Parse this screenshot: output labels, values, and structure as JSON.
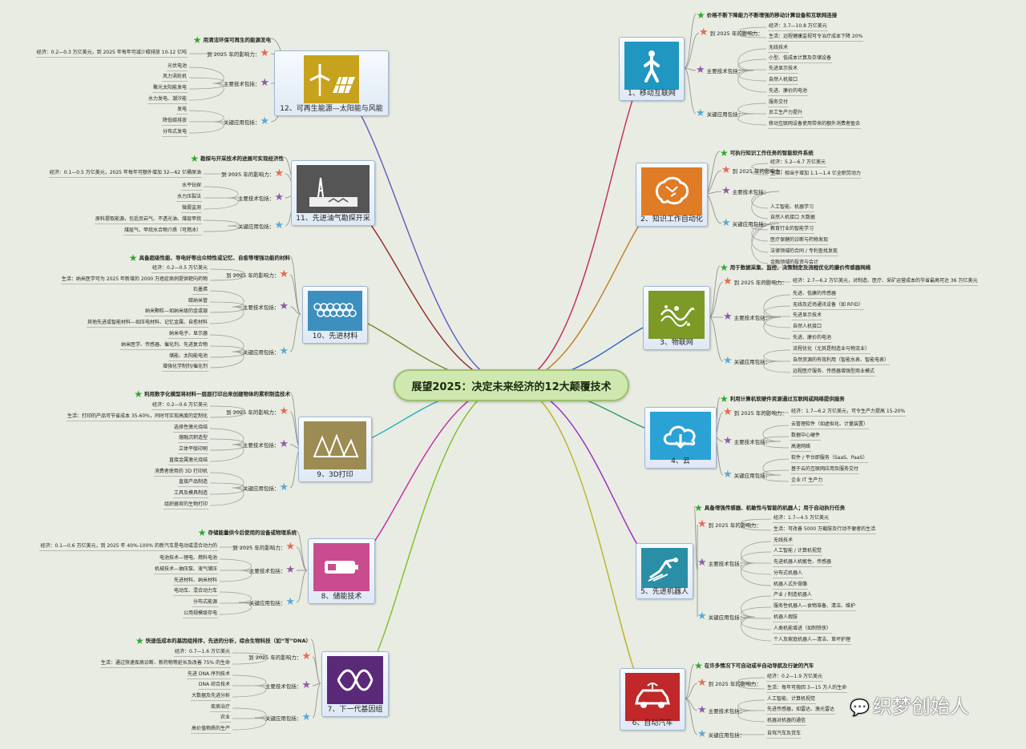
{
  "center_title": "展望2025：决定未来经济的12大颠覆技术",
  "watermark": "织梦创始人",
  "icon_colors": {
    "t1": "#1f97c0",
    "t2": "#e07c26",
    "t3": "#7c9a25",
    "t4": "#2aa2d6",
    "t5": "#2a8fa6",
    "t6": "#c0282a",
    "t7": "#5a2a78",
    "t8": "#c94c8e",
    "t9": "#9c8b52",
    "t10": "#3d8fbf",
    "t11": "#555555",
    "t12": "#c7a21c"
  },
  "techs": {
    "t1": {
      "caption": "1、移动互联网",
      "headline": "价格不断下降能力不断增强的移动计算设备和互联网连接",
      "impact_label": "到 2025 年的影响力：",
      "impact": [
        "经济：3.7—10.8 万亿美元",
        "生活：远程健康监视可令治疗成本下降 20%"
      ],
      "tech_label": "主要技术包括：",
      "tech": [
        "无线技术",
        "小型、低成本计算及存储设备",
        "先进显示技术",
        "自然人机接口",
        "先进、廉价的电池"
      ],
      "app_label": "关键应用包括：",
      "app": [
        "服务交付",
        "员工生产力提升",
        "移动互联网设备使用带来的额外消费者盈余"
      ]
    },
    "t2": {
      "caption": "2、知识工作自动化",
      "headline": "可执行知识工作任务的智能软件系统",
      "impact_label": "到 2025 年的影响力：",
      "impact": [
        "经济：5.2—6.7 万亿美元",
        "生活：相当于增加 1.1—1.4 亿全职劳动力"
      ],
      "tech_label": "主要技术包括：",
      "tech": [
        "人工智能、机器学习",
        "自然人机接口 大数据"
      ],
      "app_label": "关键应用包括：",
      "app": [
        "教育行业的智能学习",
        "医疗保健的诊断与药物发现",
        "法律领域的合同 / 专利查找发现",
        "金融领域的投资与会计"
      ]
    },
    "t3": {
      "caption": "3、物联网",
      "headline": "用于数据采集、监控、决策制定及流程优化的廉价传感器网络",
      "impact_label": "到 2025 年的影响力：",
      "impact": [
        "经济：2.7—6.2 万亿美元，对制造、医疗、采矿运营成本的节省最高可达 36 万亿美元"
      ],
      "tech_label": "主要技术包括：",
      "tech": [
        "先进、低廉的传感器",
        "无线及近场通讯设备（如 RFID）",
        "先进显示技术",
        "自然人机接口",
        "先进、廉价的电池"
      ],
      "app_label": "关键应用包括：",
      "app": [
        "流程优化（尤其是制造业与物流业）",
        "自然资源的有效利用（智能水表、智能电表）",
        "远程医疗服务、传感器增强型商业模式"
      ]
    },
    "t4": {
      "caption": "4、云",
      "headline": "利用计算机软硬件资源通过互联网或网络提供服务",
      "impact_label": "到 2025 年的影响力：",
      "impact": [
        "经济：1.7—6.2 万亿美元，可令生产力提高 15-20%"
      ],
      "tech_label": "主要技术包括：",
      "tech": [
        "云管理软件（如虚拟化、计量装置）",
        "数据中心硬件",
        "高速网络"
      ],
      "app_label": "关键应用包括：",
      "app": [
        "软件 / 平台即服务（SaaS、PaaS）",
        "基于云的互联网应用及服务交付",
        "企业 IT 生产力"
      ]
    },
    "t5": {
      "caption": "5、先进机器人",
      "headline": "具备增强传感器、机敏性与智能的机器人；用于自动执行任务",
      "impact_label": "到 2025 年的影响力：",
      "impact": [
        "经济：1.7—4.5 万亿美元",
        "生活：可改善 5000 万截肢及行动不便者的生活"
      ],
      "tech_label": "主要技术包括：",
      "tech": [
        "无线技术",
        "人工智能 / 计算机视觉",
        "先进机器人机敏性、传感器",
        "分布式机器人",
        "机器人式外骨骼"
      ],
      "app_label": "关键应用包括：",
      "app": [
        "产业 / 制造机器人",
        "服务性机器人—食物准备、清洁、维护",
        "机器人假肢",
        "人类机能增进（如制铁侠）",
        "个人及家庭机器人—清洁、草坪护理"
      ]
    },
    "t6": {
      "caption": "6、自动汽车",
      "headline": "在许多情况下可自动或半自动导航及行驶的汽车",
      "impact_label": "到 2025 年的影响力：",
      "impact": [
        "经济：0.2—1.9 万亿美元",
        "生活：每年可挽回 3—15 万人的生命"
      ],
      "tech_label": "主要技术包括：",
      "tech": [
        "人工智能、计算机视觉",
        "先进传感器，如雷达、激光雷达",
        "机器对机器的通信"
      ],
      "app_label": "关键应用包括：",
      "app": [
        "自驾汽车及货车"
      ]
    },
    "t7": {
      "caption": "7、下一代基因组",
      "headline": "快速低成本的基因组排序，先进的分析，综合生物科技（如“写”DNA）",
      "impact_label": "到 2025 年的影响力：",
      "impact": [
        "经济：0.7—1.6 万亿美元",
        "生活：通过快速疾病诊断、新药物等延长及改善 75% 的生命"
      ],
      "tech_label": "主要技术包括：",
      "tech": [
        "先进 DNA 序列技术",
        "DNA 综合技术",
        "大数据及先进分析"
      ],
      "app_label": "关键应用包括：",
      "app": [
        "疾病治疗",
        "农业",
        "高价值物质的生产"
      ]
    },
    "t8": {
      "caption": "8、储能技术",
      "headline": "存储能量供今后使用的设备或物理系统",
      "impact_label": "到 2025 年的影响力：",
      "impact": [
        "经济：0.1—0.6 万亿美元，到 2025 年 40%-100% 的新汽车是电动或混合动力的"
      ],
      "tech_label": "主要技术包括：",
      "tech": [
        "电池技术—锂电、燃料电池",
        "机械技术—抽压泵、液气储压",
        "先进材料、纳米材料"
      ],
      "app_label": "关键应用包括：",
      "app": [
        "电动车、混合动力车",
        "分布式能源",
        "公用规模级存电"
      ]
    },
    "t9": {
      "caption": "9、3D打印",
      "headline": "利用数字化模型将材料一层层打印出来创建物体的累积制造技术",
      "impact_label": "到 2025 年的影响力：",
      "impact": [
        "经济：0.2—0.6 万亿美元",
        "生活：打印的产品可节省成本 35-60%，同时可实现高度的定制化"
      ],
      "tech_label": "主要技术包括：",
      "tech": [
        "选择性激光烧结",
        "熔融沉积造型",
        "立体平版印刷",
        "直接金属激光烧结"
      ],
      "app_label": "关键应用包括：",
      "app": [
        "消费者使用的 3D 打印机",
        "直接产品制造",
        "工具及模具制造",
        "组织器官的生物打印"
      ]
    },
    "t10": {
      "caption": "10、先进材料",
      "headline": "具备超级性能、导电好等出众特性或记忆、自愈等增强功能的材料",
      "impact_label": "到 2025 年的影响力：",
      "impact": [
        "经济：0.2—0.5 万亿美元",
        "生活：纳米医学可为 2025 年新增的 2000 万癌症病例提供靶向药物"
      ],
      "tech_label": "主要技术包括：",
      "tech": [
        "石墨烯",
        "碳纳米管",
        "纳米颗粒—如纳米级的金或银",
        "其他先进或智能材料—如压电材料、记忆金属、自愈材料"
      ],
      "app_label": "关键应用包括：",
      "app": [
        "纳米电子、显示器",
        "纳米医学、传感器、催化剂、先进复合物",
        "储能、太阳能电池",
        "增强化学制剂/催化剂"
      ]
    },
    "t11": {
      "caption": "11、先进油气勘探开采",
      "headline": "勘探与开采技术的进展可实现经济性",
      "impact_label": "到 2025 年的影响力：",
      "impact": [
        "经济：0.1—0.5 万亿美元，2025 年每年可额外增加 32—62 亿桶原油"
      ],
      "tech_label": "主要技术包括：",
      "tech": [
        "水平钻探",
        "水力压裂法",
        "微震监测"
      ],
      "app_label": "关键应用包括：",
      "app": [
        "原料提取能源，包括页岩气、不透光油、煤层甲烷",
        "煤层气、甲烷水合物介质（可燃冰）"
      ]
    },
    "t12": {
      "caption": "12、可再生能源—太阳能与风能",
      "headline": "用清洁环保可再生的能源发电",
      "impact_label": "到 2025 年的影响力：",
      "impact": [
        "经济：0.2—0.3 万亿美元，到 2025 年每年可减少碳排放 10-12 亿吨"
      ],
      "tech_label": "主要技术包括：",
      "tech": [
        "光伏电池",
        "风力涡轮机",
        "聚光太阳能发电",
        "水力发电、潮汐能"
      ],
      "app_label": "关键应用包括：",
      "app": [
        "发电",
        "降低碳排放",
        "分布式发电"
      ]
    }
  }
}
